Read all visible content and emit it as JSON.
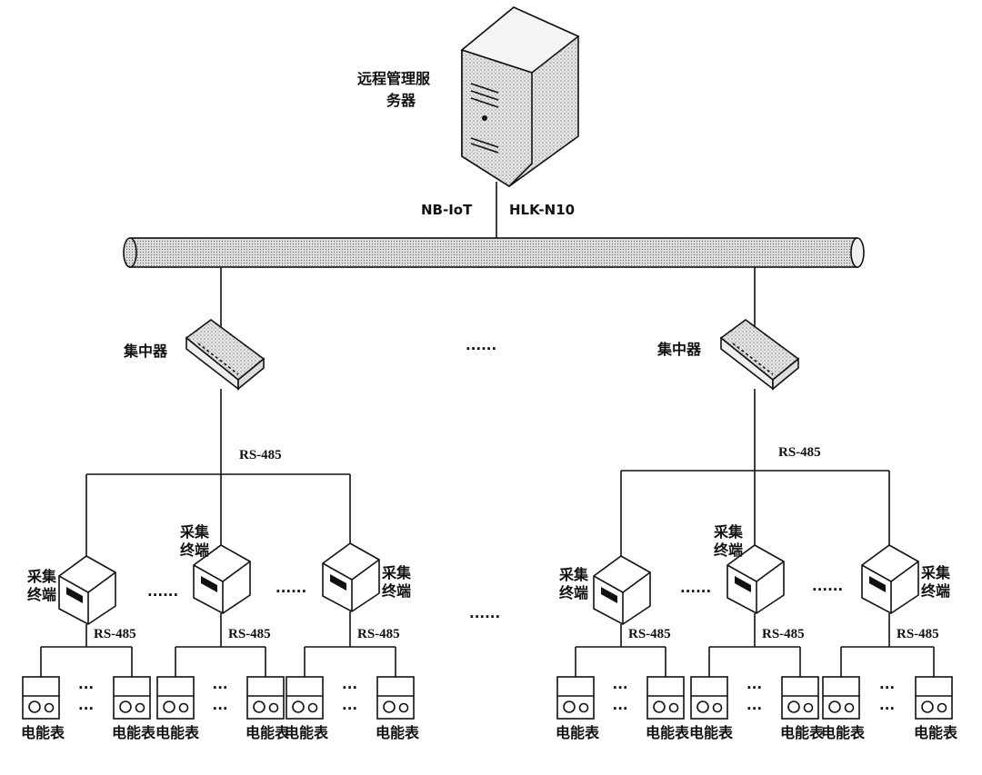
{
  "server": {
    "label_line1": "远程管理服",
    "label_line2": "务器"
  },
  "links": {
    "left": "NB-IoT",
    "right": "HLK-N10"
  },
  "concentrator_label": "集中器",
  "bus_label": "RS-485",
  "terminal_label_line1": "采集",
  "terminal_label_line2": "终端",
  "meter_label": "电能表",
  "ellipsis_h": "......",
  "ellipsis_meter": "···"
}
